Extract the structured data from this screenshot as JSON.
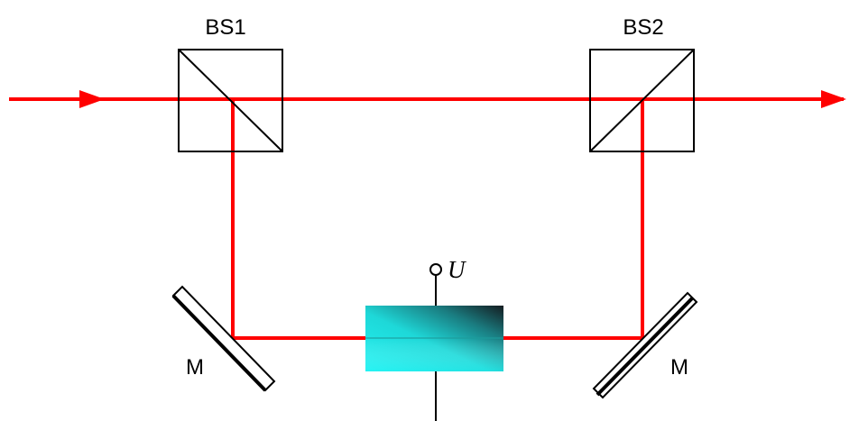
{
  "labels": {
    "beam_splitter_1": "BS1",
    "beam_splitter_2": "BS2",
    "mirror_left": "M",
    "mirror_right": "M",
    "voltage": "U"
  },
  "colors": {
    "beam": "#ff0000",
    "outline": "#000000",
    "modulator_light": "#22f0f0",
    "modulator_dark": "#1a2a2e",
    "background": "#ffffff"
  }
}
